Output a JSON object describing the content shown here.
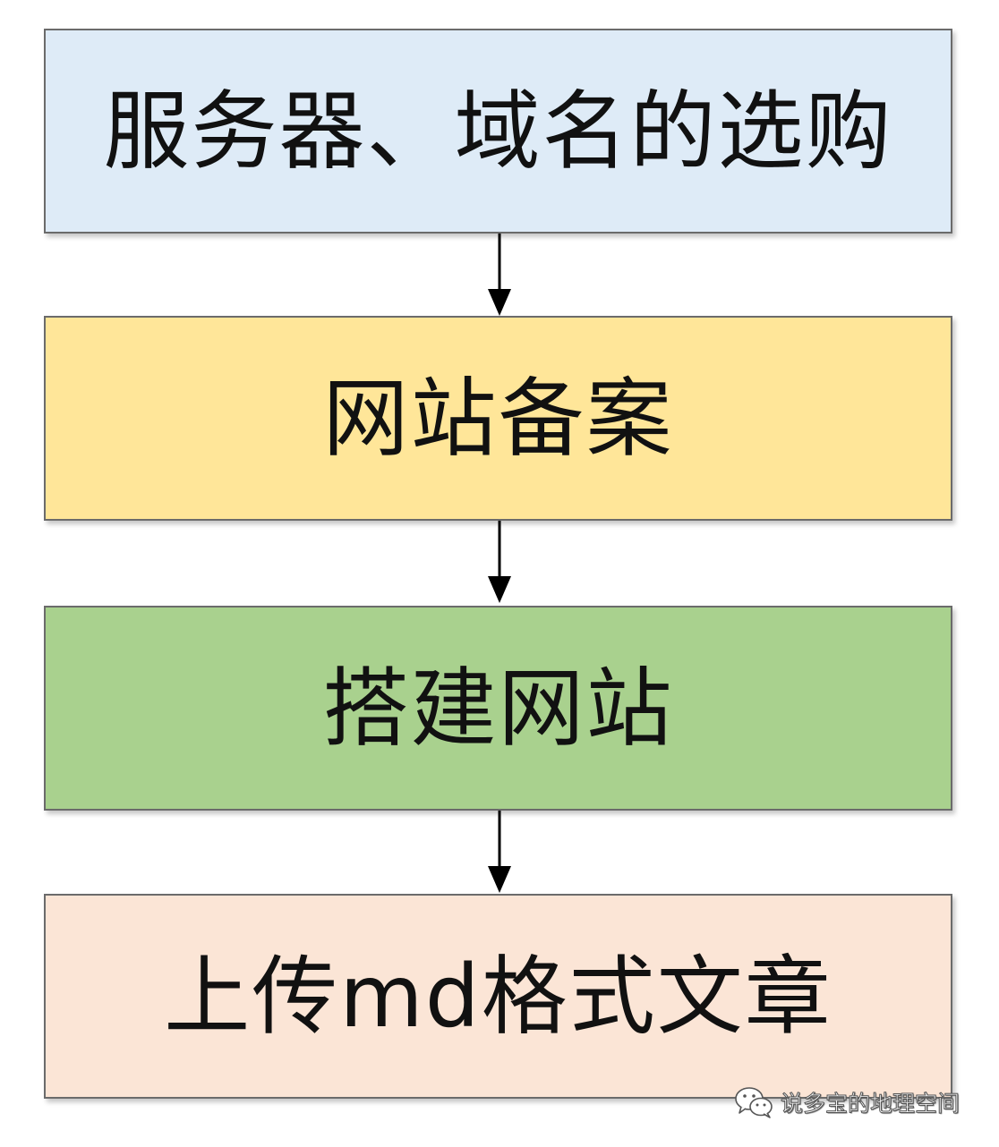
{
  "steps": [
    {
      "label": "服务器、域名的选购",
      "fill": "#deebf7"
    },
    {
      "label": "网站备案",
      "fill": "#ffe699"
    },
    {
      "label": "搭建网站",
      "fill": "#a9d18e"
    },
    {
      "label": "上传md格式文章",
      "fill": "#fbe5d6"
    }
  ],
  "border_color": "#6b6b6b",
  "arrow_color": "#000000",
  "watermark": {
    "icon": "wechat-icon",
    "text": "说多宝的地理空间"
  }
}
